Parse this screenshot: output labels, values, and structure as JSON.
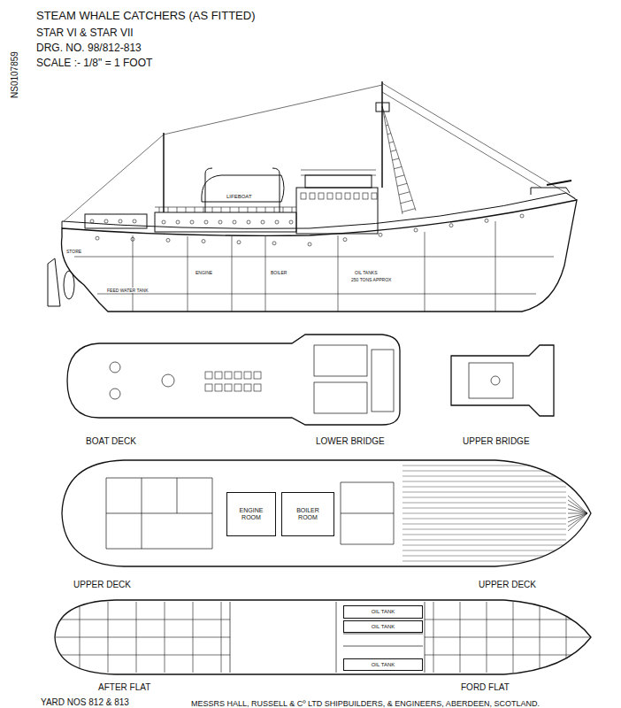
{
  "diagram": {
    "title": "STEAM WHALE CATCHERS (AS FITTED)",
    "nodes": [
      {
        "text": [
          "BOAT DECK",
          "LOWER BRIDGE"
        ]
      },
      {
        "text": [
          "UPPER BRIDGE"
        ]
      },
      {
        "text": [
          "UPPER DECK",
          "UPPER DECK"
        ]
      },
      {
        "text": [
          "ENGINE ROOM"
        ],
        "in": 2
      },
      {
        "text": [
          "BOILER ROOM"
        ],
        "in": 2
      },
      {
        "text": [
          "AFTER FLAT",
          "FORD FLAT"
        ]
      },
      {
        "text": [
          "OIL TANK"
        ],
        "in": 5
      },
      {
        "text": [
          "OIL TANK"
        ],
        "in": 5
      },
      {
        "text": [
          "OIL TANK"
        ],
        "in": 5
      }
    ],
    "labels": [
      "NS0107859",
      "STAR VI & STAR VII",
      "DRG. NO. 98/812-813",
      "SCALE :- 1/8\" = 1 FOOT",
      "STORE",
      "LIFEBOAT",
      "ENGINE",
      "BOILER",
      "FEED WATER TANK",
      "OIL TANKS",
      "250 TONS APPROX",
      "YARD NOS 812 & 813",
      "MESSRS HALL, RUSSELL & Cº LTD SHIPBUILDERS, & ENGINEERS, ABERDEEN, SCOTLAND."
    ]
  }
}
